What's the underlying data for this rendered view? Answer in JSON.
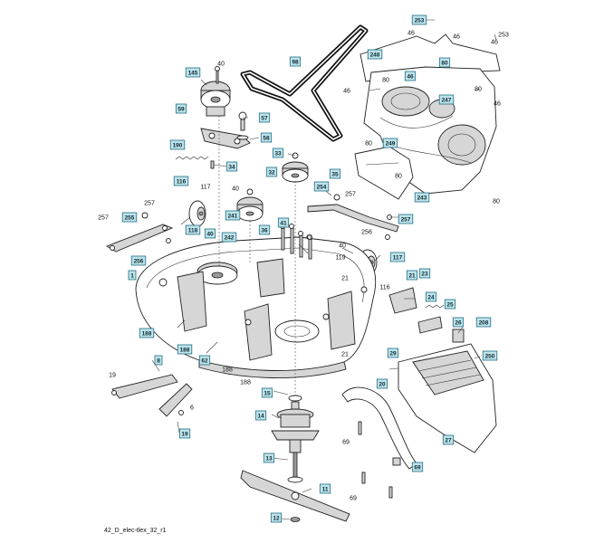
{
  "caption": "42_D_elec-tlex_32_r1",
  "callouts": [
    {
      "id": "253a",
      "text": "253",
      "boxed": true
    },
    {
      "id": "253b",
      "text": "253",
      "boxed": false
    },
    {
      "id": "46a",
      "text": "46",
      "boxed": false
    },
    {
      "id": "46b",
      "text": "46",
      "boxed": false
    },
    {
      "id": "46c",
      "text": "46",
      "boxed": false
    },
    {
      "id": "46d",
      "text": "46",
      "boxed": true
    },
    {
      "id": "46e",
      "text": "46",
      "boxed": false
    },
    {
      "id": "46f",
      "text": "46",
      "boxed": false
    },
    {
      "id": "248",
      "text": "248",
      "boxed": true
    },
    {
      "id": "98",
      "text": "98",
      "boxed": true
    },
    {
      "id": "80a",
      "text": "80",
      "boxed": false
    },
    {
      "id": "80b",
      "text": "80",
      "boxed": true
    },
    {
      "id": "80c",
      "text": "80",
      "boxed": false
    },
    {
      "id": "80d",
      "text": "80",
      "boxed": false
    },
    {
      "id": "80e",
      "text": "80",
      "boxed": false
    },
    {
      "id": "80f",
      "text": "80",
      "boxed": false
    },
    {
      "id": "247",
      "text": "247",
      "boxed": true
    },
    {
      "id": "249",
      "text": "249",
      "boxed": true
    },
    {
      "id": "243",
      "text": "243",
      "boxed": true
    },
    {
      "id": "145",
      "text": "145",
      "boxed": true
    },
    {
      "id": "40a",
      "text": "40",
      "boxed": false
    },
    {
      "id": "59",
      "text": "59",
      "boxed": true
    },
    {
      "id": "57",
      "text": "57",
      "boxed": true
    },
    {
      "id": "58",
      "text": "58",
      "boxed": true
    },
    {
      "id": "190",
      "text": "190",
      "boxed": true
    },
    {
      "id": "34",
      "text": "34",
      "boxed": true
    },
    {
      "id": "33",
      "text": "33",
      "boxed": true
    },
    {
      "id": "32",
      "text": "32",
      "boxed": true
    },
    {
      "id": "35",
      "text": "35",
      "boxed": true
    },
    {
      "id": "254",
      "text": "254",
      "boxed": true
    },
    {
      "id": "257a",
      "text": "257",
      "boxed": false
    },
    {
      "id": "257b",
      "text": "257",
      "boxed": true
    },
    {
      "id": "257c",
      "text": "257",
      "boxed": false
    },
    {
      "id": "257d",
      "text": "257",
      "boxed": false
    },
    {
      "id": "116a",
      "text": "116",
      "boxed": true
    },
    {
      "id": "117a",
      "text": "117",
      "boxed": false
    },
    {
      "id": "40b",
      "text": "40",
      "boxed": false
    },
    {
      "id": "255",
      "text": "255",
      "boxed": true
    },
    {
      "id": "118",
      "text": "118",
      "boxed": true
    },
    {
      "id": "40c",
      "text": "40",
      "boxed": true
    },
    {
      "id": "241",
      "text": "241",
      "boxed": true
    },
    {
      "id": "36",
      "text": "36",
      "boxed": true
    },
    {
      "id": "242",
      "text": "242",
      "boxed": true
    },
    {
      "id": "41a",
      "text": "41",
      "boxed": true
    },
    {
      "id": "41b",
      "text": "41",
      "boxed": false
    },
    {
      "id": "256a",
      "text": "256",
      "boxed": true
    },
    {
      "id": "256b",
      "text": "256",
      "boxed": false
    },
    {
      "id": "40d",
      "text": "40",
      "boxed": false
    },
    {
      "id": "119",
      "text": "119",
      "boxed": false
    },
    {
      "id": "117b",
      "text": "117",
      "boxed": true
    },
    {
      "id": "1",
      "text": "1",
      "boxed": true
    },
    {
      "id": "21a",
      "text": "21",
      "boxed": false
    },
    {
      "id": "21b",
      "text": "21",
      "boxed": true
    },
    {
      "id": "23",
      "text": "23",
      "boxed": true
    },
    {
      "id": "116b",
      "text": "116",
      "boxed": false
    },
    {
      "id": "24",
      "text": "24",
      "boxed": true
    },
    {
      "id": "25",
      "text": "25",
      "boxed": true
    },
    {
      "id": "26",
      "text": "26",
      "boxed": true
    },
    {
      "id": "208",
      "text": "208",
      "boxed": true
    },
    {
      "id": "250",
      "text": "250",
      "boxed": true
    },
    {
      "id": "188a",
      "text": "188",
      "boxed": true
    },
    {
      "id": "188b",
      "text": "188",
      "boxed": true
    },
    {
      "id": "188c",
      "text": "188",
      "boxed": false
    },
    {
      "id": "188d",
      "text": "188",
      "boxed": false
    },
    {
      "id": "62",
      "text": "62",
      "boxed": true
    },
    {
      "id": "21c",
      "text": "21",
      "boxed": false
    },
    {
      "id": "29",
      "text": "29",
      "boxed": true
    },
    {
      "id": "19a",
      "text": "19",
      "boxed": false
    },
    {
      "id": "8",
      "text": "8",
      "boxed": true
    },
    {
      "id": "6",
      "text": "6",
      "boxed": false
    },
    {
      "id": "19b",
      "text": "19",
      "boxed": true
    },
    {
      "id": "15",
      "text": "15",
      "boxed": true
    },
    {
      "id": "14",
      "text": "14",
      "boxed": true
    },
    {
      "id": "20",
      "text": "20",
      "boxed": true
    },
    {
      "id": "27",
      "text": "27",
      "boxed": true
    },
    {
      "id": "69a",
      "text": "69",
      "boxed": false
    },
    {
      "id": "69b",
      "text": "69",
      "boxed": true
    },
    {
      "id": "69c",
      "text": "69",
      "boxed": false
    },
    {
      "id": "13",
      "text": "13",
      "boxed": true
    },
    {
      "id": "11",
      "text": "11",
      "boxed": true
    },
    {
      "id": "12",
      "text": "12",
      "boxed": true
    }
  ]
}
